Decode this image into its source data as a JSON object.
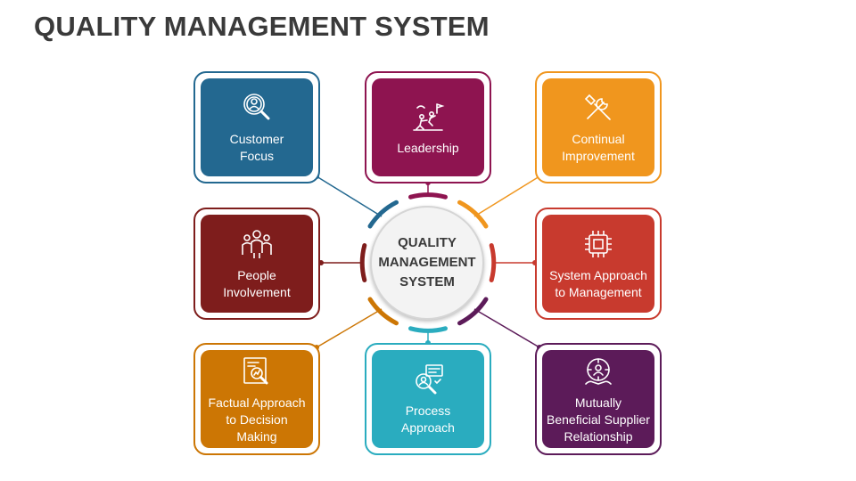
{
  "title": "QUALITY MANAGEMENT SYSTEM",
  "center_label": "QUALITY\nMANAGEMENT\nSYSTEM",
  "nodes": [
    {
      "label": "Customer\nFocus",
      "color": "#236890",
      "icon": "customer-search-icon"
    },
    {
      "label": "Leadership",
      "color": "#8e1450",
      "icon": "leadership-climb-icon"
    },
    {
      "label": "Continual\nImprovement",
      "color": "#f0961e",
      "icon": "tools-icon"
    },
    {
      "label": "People\nInvolvement",
      "color": "#7e1d1c",
      "icon": "people-group-icon"
    },
    {
      "label": "System Approach\nto Management",
      "color": "#c83a2e",
      "icon": "chip-icon"
    },
    {
      "label": "Factual Approach\nto Decision\nMaking",
      "color": "#cc7604",
      "icon": "document-analysis-icon"
    },
    {
      "label": "Process\nApproach",
      "color": "#2aacbf",
      "icon": "process-search-icon"
    },
    {
      "label": "Mutually\nBeneficial Supplier\nRelationship",
      "color": "#5c1b59",
      "icon": "supplier-relationship-icon"
    }
  ]
}
